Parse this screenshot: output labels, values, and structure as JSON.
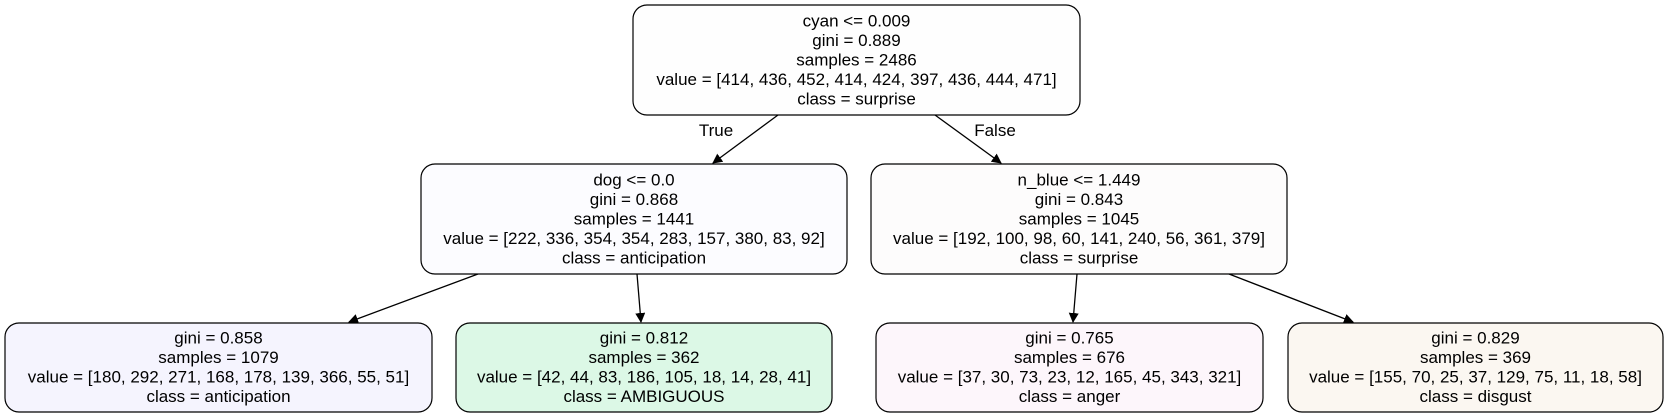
{
  "tree": {
    "nodes": {
      "root": {
        "lines": [
          "cyan <= 0.009",
          "gini = 0.889",
          "samples = 2486",
          "value = [414, 436, 452, 414, 424, 397, 436, 444, 471]",
          "class = surprise"
        ],
        "fill": "#fefefe"
      },
      "left": {
        "lines": [
          "dog <= 0.0",
          "gini = 0.868",
          "samples = 1441",
          "value = [222, 336, 354, 354, 283, 157, 380, 83, 92]",
          "class = anticipation"
        ],
        "fill": "#fcfcff"
      },
      "right": {
        "lines": [
          "n_blue <= 1.449",
          "gini = 0.843",
          "samples = 1045",
          "value = [192, 100, 98, 60, 141, 240, 56, 361, 379]",
          "class = surprise"
        ],
        "fill": "#fdfcfc"
      },
      "ll": {
        "lines": [
          "gini = 0.858",
          "samples = 1079",
          "value = [180, 292, 271, 168, 178, 139, 366, 55, 51]",
          "class = anticipation"
        ],
        "fill": "#f5f4fe"
      },
      "lr": {
        "lines": [
          "gini = 0.812",
          "samples = 362",
          "value = [42, 44, 83, 186, 105, 18, 14, 28, 41]",
          "class = AMBIGUOUS"
        ],
        "fill": "#dcf8e6"
      },
      "rl": {
        "lines": [
          "gini = 0.765",
          "samples = 676",
          "value = [37, 30, 73, 23, 12, 165, 45, 343, 321]",
          "class = anger"
        ],
        "fill": "#fdf6fb"
      },
      "rr": {
        "lines": [
          "gini = 0.829",
          "samples = 369",
          "value = [155, 70, 25, 37, 129, 75, 11, 18, 58]",
          "class = disgust"
        ],
        "fill": "#fbf7f1"
      }
    },
    "edges": [
      {
        "from": "root",
        "to": "left",
        "label": "True"
      },
      {
        "from": "root",
        "to": "right",
        "label": "False"
      },
      {
        "from": "left",
        "to": "ll",
        "label": ""
      },
      {
        "from": "left",
        "to": "lr",
        "label": ""
      },
      {
        "from": "right",
        "to": "rl",
        "label": ""
      },
      {
        "from": "right",
        "to": "rr",
        "label": ""
      }
    ]
  }
}
